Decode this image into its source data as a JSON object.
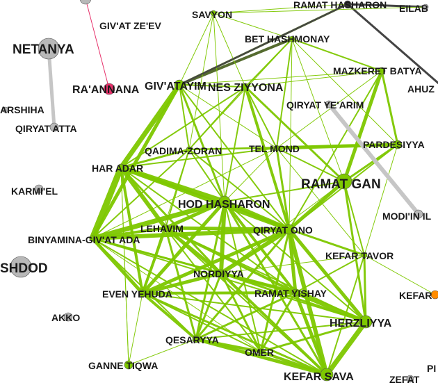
{
  "colors": {
    "green": "#7ec800",
    "green_node": "#7ec800",
    "gray_node": "#b8b8b8",
    "dark_edge": "#444444",
    "olive_edge": "#556b2f",
    "pink": "#e6306a",
    "orange": "#ff8c00",
    "light_gray_edge": "#c6c6c6"
  },
  "nodes": [
    {
      "id": "savyon",
      "label": "SAVYON",
      "color": "green",
      "size": "s"
    },
    {
      "id": "ramat-hasharon",
      "label": "RAMAT HASHARON",
      "color": "dark",
      "size": "s"
    },
    {
      "id": "eilabun",
      "label": "EILAB",
      "color": "gray",
      "size": "s"
    },
    {
      "id": "givat-zeev",
      "label": "GIV'AT ZE'EV",
      "color": "gray",
      "size": "s"
    },
    {
      "id": "netanya",
      "label": "NETANYA",
      "color": "gray",
      "size": "l"
    },
    {
      "id": "bet-hashmonay",
      "label": "BET HASHMONAY",
      "color": "green",
      "size": "s"
    },
    {
      "id": "mazkeret-batya",
      "label": "MAZKERET BATYA",
      "color": "green",
      "size": "s"
    },
    {
      "id": "ahuzam",
      "label": "AHUZ",
      "color": "gray",
      "size": "s"
    },
    {
      "id": "raanana",
      "label": "RA'ANNANA",
      "color": "pink",
      "size": "m"
    },
    {
      "id": "givatayim",
      "label": "GIV'ATAYIM",
      "color": "green",
      "size": "m"
    },
    {
      "id": "mes-ziyyona",
      "label": "NES ZIYYONA",
      "color": "green",
      "size": "m"
    },
    {
      "id": "harshiha",
      "label": "ARSHIHA",
      "color": "gray",
      "size": "s"
    },
    {
      "id": "qiryat-yearim",
      "label": "QIRYAT YE'ARIM",
      "color": "gray",
      "size": "s"
    },
    {
      "id": "qiryat-atta",
      "label": "QIRYAT ATTA",
      "color": "gray",
      "size": "s"
    },
    {
      "id": "pardesiyya",
      "label": "PARDESIYYA",
      "color": "green",
      "size": "s"
    },
    {
      "id": "qadima-zoran",
      "label": "QADIMA-ZORAN",
      "color": "green",
      "size": "s"
    },
    {
      "id": "tel-mond",
      "label": "TEL MOND",
      "color": "green",
      "size": "s"
    },
    {
      "id": "har-adar",
      "label": "HAR ADAR",
      "color": "green",
      "size": "s"
    },
    {
      "id": "ramat-gan",
      "label": "RAMAT GAN",
      "color": "green",
      "size": "l"
    },
    {
      "id": "karmiel",
      "label": "KARMI'EL",
      "color": "gray",
      "size": "s"
    },
    {
      "id": "hod-hasharon",
      "label": "HOD HASHARON",
      "color": "green",
      "size": "m"
    },
    {
      "id": "modiin",
      "label": "MODI'IN IL",
      "color": "gray",
      "size": "s"
    },
    {
      "id": "lehavim",
      "label": "LEHAVIM",
      "color": "green",
      "size": "s"
    },
    {
      "id": "qiryat-ono",
      "label": "QIRYAT ONO",
      "color": "green",
      "size": "s"
    },
    {
      "id": "binyamina",
      "label": "BINYAMINA-GIV'AT ADA",
      "color": "green",
      "size": "s"
    },
    {
      "id": "ashdod",
      "label": "SHDOD",
      "color": "gray",
      "size": "l"
    },
    {
      "id": "kefar-tavor",
      "label": "KEFAR TAVOR",
      "color": "green",
      "size": "s"
    },
    {
      "id": "nordiyya",
      "label": "NORDIYYA",
      "color": "green",
      "size": "s"
    },
    {
      "id": "even-yehuda",
      "label": "EVEN YEHUDA",
      "color": "green",
      "size": "s"
    },
    {
      "id": "ramat-yishay",
      "label": "RAMAT YISHAY",
      "color": "green",
      "size": "s"
    },
    {
      "id": "kefar-orange",
      "label": "KEFAR",
      "color": "orange",
      "size": "s"
    },
    {
      "id": "akko",
      "label": "AKKO",
      "color": "gray",
      "size": "s"
    },
    {
      "id": "herzliyya",
      "label": "HERZLIYYA",
      "color": "green",
      "size": "m"
    },
    {
      "id": "qesaryya",
      "label": "QESARYYA",
      "color": "green",
      "size": "s"
    },
    {
      "id": "omer",
      "label": "OMER",
      "color": "green",
      "size": "s"
    },
    {
      "id": "ganne-tiqwa",
      "label": "GANNE TIQWA",
      "color": "green",
      "size": "s"
    },
    {
      "id": "kefar-sava",
      "label": "KEFAR SAVA",
      "color": "green",
      "size": "m"
    },
    {
      "id": "zefat",
      "label": "ZEFAT",
      "color": "gray",
      "size": "s"
    },
    {
      "id": "pi",
      "label": "PI",
      "color": "gray",
      "size": "s"
    }
  ]
}
